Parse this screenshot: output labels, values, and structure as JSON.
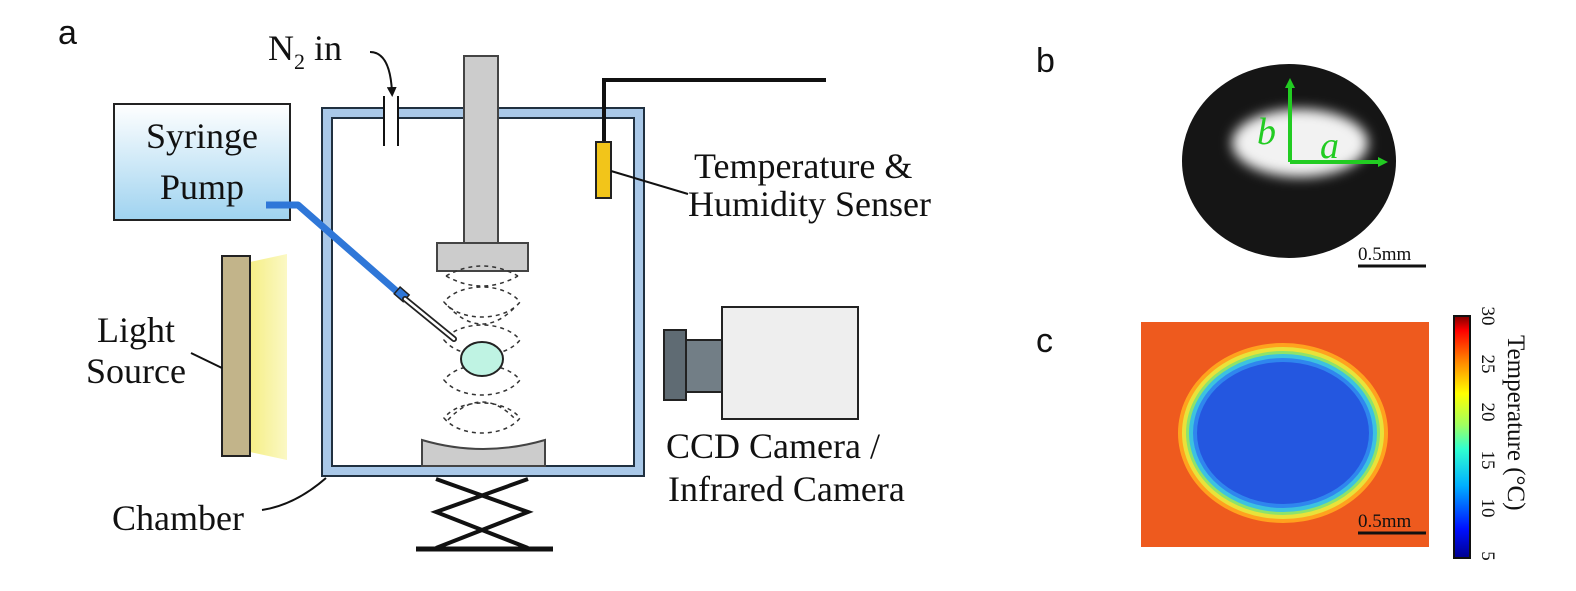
{
  "panels": {
    "a": "a",
    "b": "b",
    "c": "c"
  },
  "labels": {
    "n2_main": "N",
    "n2_sub": "2",
    "n2_suffix": " in",
    "syringe_line1": "Syringe",
    "syringe_line2": "Pump",
    "temp_line1": "Temperature &",
    "temp_line2": "Humidity Senser",
    "light_line1": "Light",
    "light_line2": "Source",
    "camera_line1": "CCD Camera /",
    "camera_line2": "Infrared Camera",
    "chamber": "Chamber"
  },
  "panel_b": {
    "axis_b": "b",
    "axis_a": "a",
    "scale": "0.5mm"
  },
  "panel_c": {
    "scale": "0.5mm",
    "colorbar_title": "Temperature (°C)",
    "ticks": [
      "5",
      "10",
      "15",
      "20",
      "25",
      "30"
    ]
  },
  "colors": {
    "arrow_green": "#22cc22",
    "chamber_wall": "#a9c8e8",
    "syringe_fill": "#b9def3",
    "tube_blue": "#2f77d8",
    "droplet": "#bff3e3",
    "sensor": "#f2c51a",
    "light_body": "#c2b48a",
    "light_glow": "#f7f296",
    "thermal_background": "#ee5a1e",
    "thermal_core": "#2457e0"
  }
}
